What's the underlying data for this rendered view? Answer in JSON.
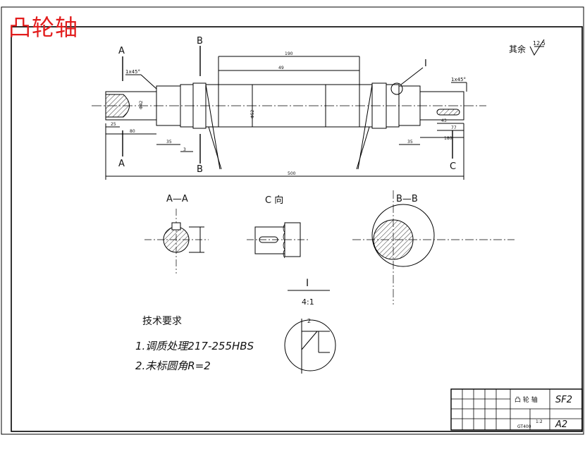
{
  "page_title": "凸轮轴",
  "roughness_note": {
    "label": "其余",
    "value": "12.5"
  },
  "sections": {
    "a_label": "A",
    "b_label": "B",
    "c_label": "C",
    "detail_label": "I"
  },
  "chamfer": "1x45°",
  "dims": {
    "d190": "190",
    "d49": "49",
    "d500": "500",
    "d80": "80",
    "d35l": "35",
    "d25": "25",
    "d35r": "35",
    "d180": "180",
    "d43": "43",
    "d77": "77",
    "d3": "3",
    "phi52": "Φ52",
    "phi42": "Φ42"
  },
  "views": {
    "aa": "A—A",
    "c_view": "C 向",
    "bb": "B—B",
    "detail_title": "I",
    "detail_scale": "4:1",
    "detail_dim": "2"
  },
  "tech_req": {
    "heading": "技术要求",
    "line1": "1.调质处理217-255HBS",
    "line2": "2.未标圆角R=2"
  },
  "title_block": {
    "part_name": "凸 轮 轴",
    "code": "SF2",
    "size": "A2",
    "material": "GT400",
    "scale": "1:2"
  }
}
